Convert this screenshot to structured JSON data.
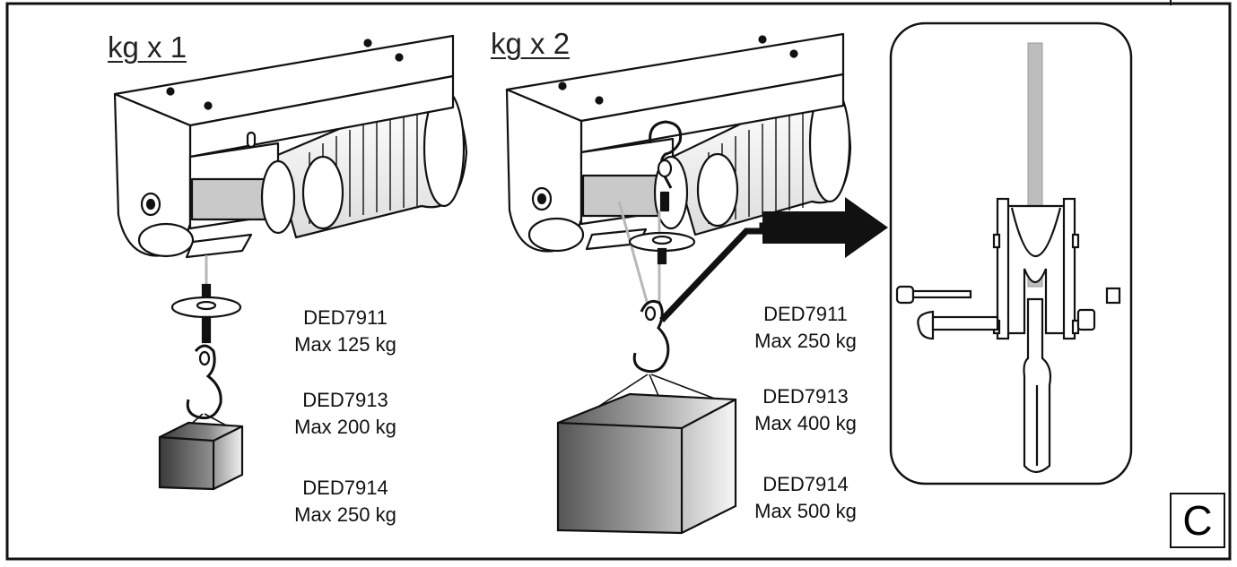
{
  "panel": {
    "letter": "C"
  },
  "single_line": {
    "heading": "kg x 1",
    "specs": [
      {
        "model": "DED7911",
        "max": "Max 125 kg"
      },
      {
        "model": "DED7913",
        "max": "Max 200 kg"
      },
      {
        "model": "DED7914",
        "max": "Max 250 kg"
      }
    ]
  },
  "double_line": {
    "heading": "kg x 2",
    "specs": [
      {
        "model": "DED7911",
        "max": "Max 250 kg"
      },
      {
        "model": "DED7913",
        "max": "Max 400 kg"
      },
      {
        "model": "DED7914",
        "max": "Max 500 kg"
      }
    ]
  },
  "colors": {
    "line": "#111111",
    "cable": "#b8b8b8",
    "box_shadow": "#444444"
  }
}
